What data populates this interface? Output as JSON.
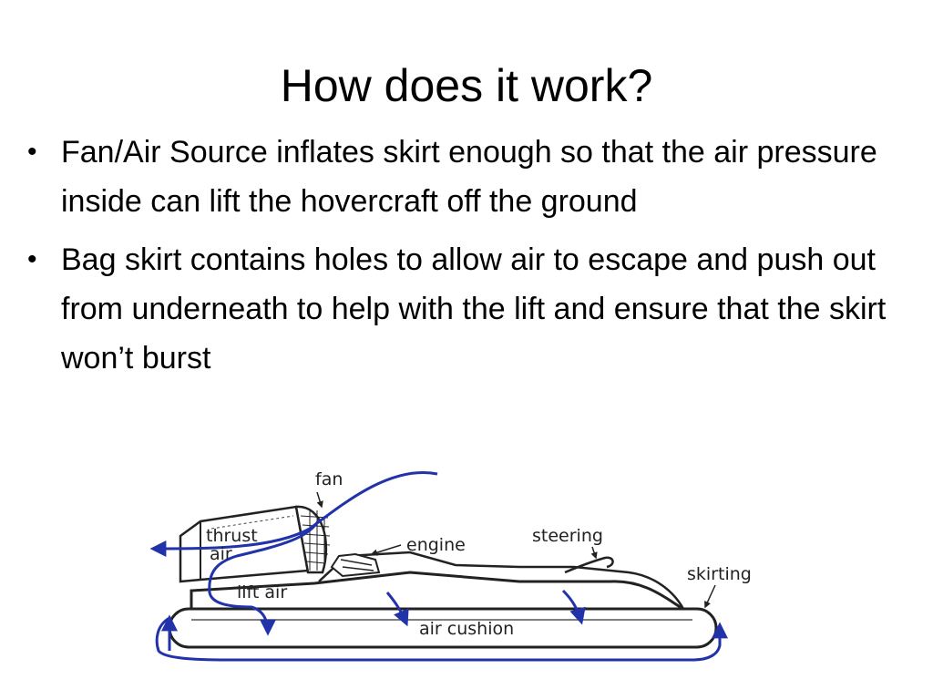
{
  "slide": {
    "title": "How does it work?",
    "bullets": [
      "Fan/Air Source inflates skirt enough so that the air pressure inside can lift the hovercraft off the ground",
      "Bag skirt contains holes to allow air to escape and push out from underneath to help with the lift and ensure that the skirt won’t burst"
    ]
  },
  "diagram": {
    "labels": {
      "fan": "fan",
      "thrust": "thrust",
      "air": "air",
      "engine": "engine",
      "steering": "steering",
      "skirting": "skirting",
      "lift_air": "lift air",
      "air_cushion": "air cushion"
    },
    "colors": {
      "airflow": "#2233aa",
      "line": "#222222"
    }
  }
}
